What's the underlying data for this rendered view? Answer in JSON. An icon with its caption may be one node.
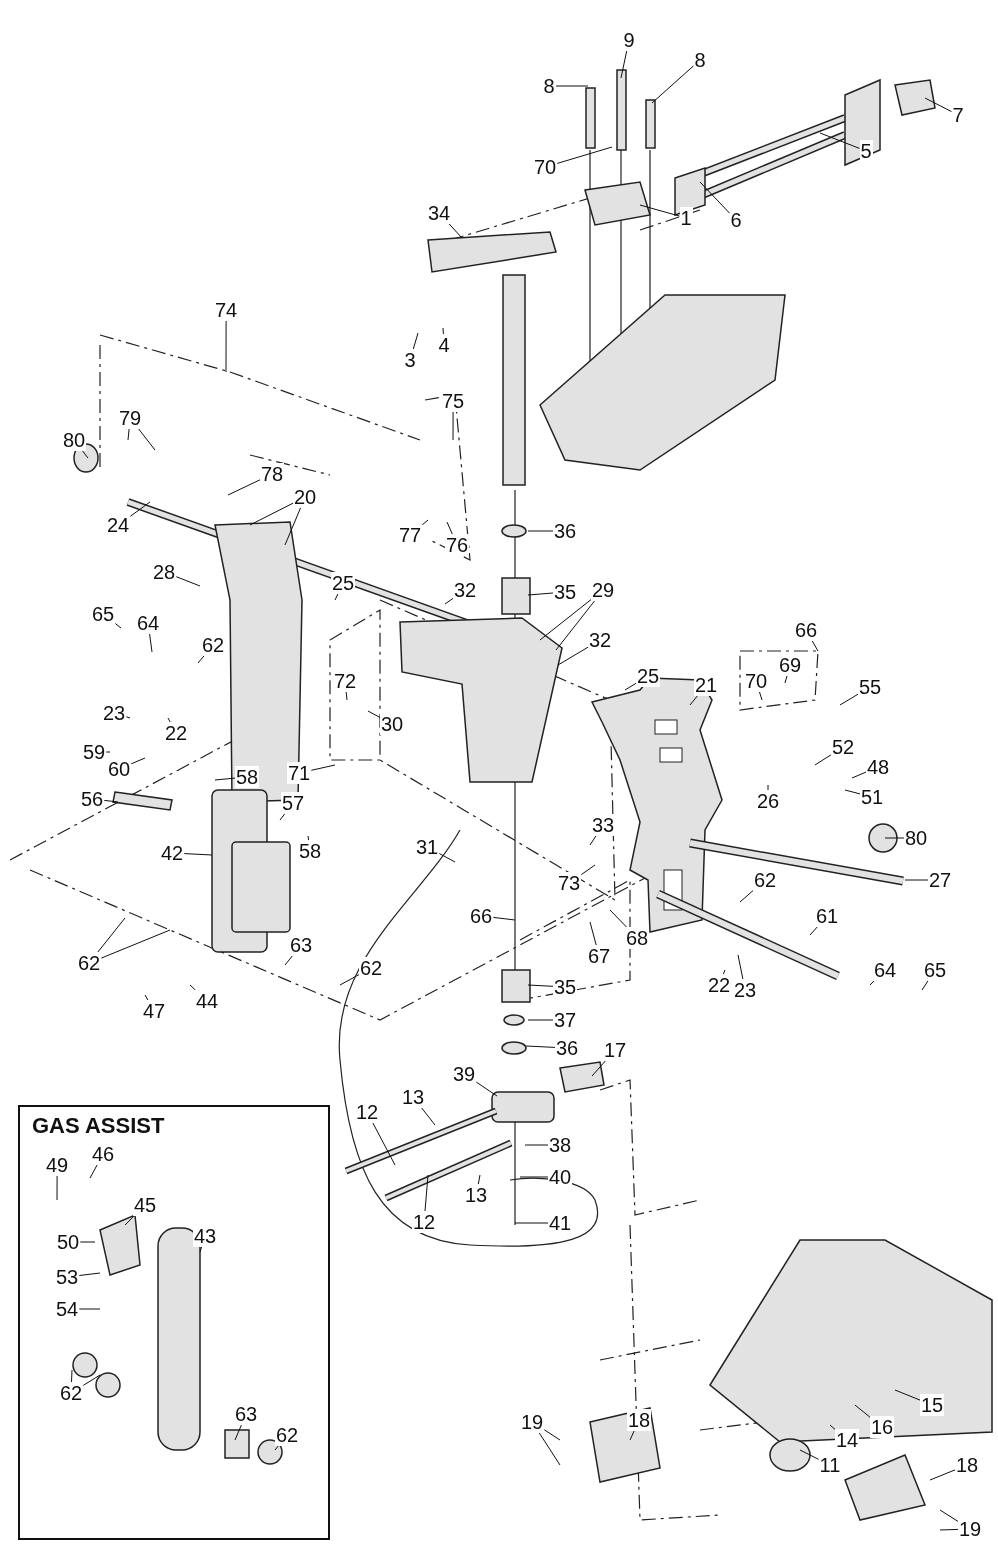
{
  "diagram": {
    "nodes": [
      {
        "text": [
          "GAS ASSIST"
        ]
      },
      {
        "text": [
          "1"
        ]
      },
      {
        "text": [
          "3"
        ]
      },
      {
        "text": [
          "4"
        ]
      },
      {
        "text": [
          "5"
        ]
      },
      {
        "text": [
          "6"
        ]
      },
      {
        "text": [
          "7"
        ]
      },
      {
        "text": [
          "8"
        ]
      },
      {
        "text": [
          "8"
        ]
      },
      {
        "text": [
          "9"
        ]
      },
      {
        "text": [
          "70"
        ]
      },
      {
        "text": [
          "34"
        ]
      },
      {
        "text": [
          "74"
        ]
      },
      {
        "text": [
          "75"
        ]
      },
      {
        "text": [
          "79"
        ]
      },
      {
        "text": [
          "80"
        ]
      },
      {
        "text": [
          "78"
        ]
      },
      {
        "text": [
          "20"
        ]
      },
      {
        "text": [
          "77"
        ]
      },
      {
        "text": [
          "76"
        ]
      },
      {
        "text": [
          "36"
        ]
      },
      {
        "text": [
          "24"
        ]
      },
      {
        "text": [
          "35"
        ]
      },
      {
        "text": [
          "28"
        ]
      },
      {
        "text": [
          "25"
        ]
      },
      {
        "text": [
          "32"
        ]
      },
      {
        "text": [
          "29"
        ]
      },
      {
        "text": [
          "65"
        ]
      },
      {
        "text": [
          "64"
        ]
      },
      {
        "text": [
          "62"
        ]
      },
      {
        "text": [
          "32"
        ]
      },
      {
        "text": [
          "25"
        ]
      },
      {
        "text": [
          "66"
        ]
      },
      {
        "text": [
          "21"
        ]
      },
      {
        "text": [
          "70"
        ]
      },
      {
        "text": [
          "69"
        ]
      },
      {
        "text": [
          "55"
        ]
      },
      {
        "text": [
          "72"
        ]
      },
      {
        "text": [
          "23"
        ]
      },
      {
        "text": [
          "22"
        ]
      },
      {
        "text": [
          "30"
        ]
      },
      {
        "text": [
          "52"
        ]
      },
      {
        "text": [
          "48"
        ]
      },
      {
        "text": [
          "71"
        ]
      },
      {
        "text": [
          "59"
        ]
      },
      {
        "text": [
          "60"
        ]
      },
      {
        "text": [
          "56"
        ]
      },
      {
        "text": [
          "51"
        ]
      },
      {
        "text": [
          "58"
        ]
      },
      {
        "text": [
          "26"
        ]
      },
      {
        "text": [
          "80"
        ]
      },
      {
        "text": [
          "57"
        ]
      },
      {
        "text": [
          "42"
        ]
      },
      {
        "text": [
          "31"
        ]
      },
      {
        "text": [
          "33"
        ]
      },
      {
        "text": [
          "58"
        ]
      },
      {
        "text": [
          "73"
        ]
      },
      {
        "text": [
          "27"
        ]
      },
      {
        "text": [
          "62"
        ]
      },
      {
        "text": [
          "61"
        ]
      },
      {
        "text": [
          "66"
        ]
      },
      {
        "text": [
          "67"
        ]
      },
      {
        "text": [
          "68"
        ]
      },
      {
        "text": [
          "62"
        ]
      },
      {
        "text": [
          "63"
        ]
      },
      {
        "text": [
          "62"
        ]
      },
      {
        "text": [
          "22"
        ]
      },
      {
        "text": [
          "23"
        ]
      },
      {
        "text": [
          "64"
        ]
      },
      {
        "text": [
          "65"
        ]
      },
      {
        "text": [
          "47"
        ]
      },
      {
        "text": [
          "44"
        ]
      },
      {
        "text": [
          "35"
        ]
      },
      {
        "text": [
          "37"
        ]
      },
      {
        "text": [
          "36"
        ]
      },
      {
        "text": [
          "17"
        ]
      },
      {
        "text": [
          "39"
        ]
      },
      {
        "text": [
          "13"
        ]
      },
      {
        "text": [
          "12"
        ]
      },
      {
        "text": [
          "38"
        ]
      },
      {
        "text": [
          "40"
        ]
      },
      {
        "text": [
          "13"
        ]
      },
      {
        "text": [
          "12"
        ]
      },
      {
        "text": [
          "41"
        ]
      },
      {
        "text": [
          "49"
        ],
        "in": 0
      },
      {
        "text": [
          "46"
        ],
        "in": 0
      },
      {
        "text": [
          "45"
        ],
        "in": 0
      },
      {
        "text": [
          "43"
        ],
        "in": 0
      },
      {
        "text": [
          "50"
        ],
        "in": 0
      },
      {
        "text": [
          "53"
        ],
        "in": 0
      },
      {
        "text": [
          "54"
        ],
        "in": 0
      },
      {
        "text": [
          "62"
        ],
        "in": 0
      },
      {
        "text": [
          "63"
        ],
        "in": 0
      },
      {
        "text": [
          "62"
        ],
        "in": 0
      },
      {
        "text": [
          "19"
        ]
      },
      {
        "text": [
          "18"
        ]
      },
      {
        "text": [
          "15"
        ]
      },
      {
        "text": [
          "16"
        ]
      },
      {
        "text": [
          "14"
        ]
      },
      {
        "text": [
          "11"
        ]
      },
      {
        "text": [
          "18"
        ]
      },
      {
        "text": [
          "19"
        ]
      }
    ],
    "edges": [
      {
        "from": 1,
        "to": null,
        "arrow": "none"
      },
      {
        "from": 2,
        "to": null,
        "arrow": "none"
      },
      {
        "from": 3,
        "to": null,
        "arrow": "none"
      },
      {
        "from": 4,
        "to": null,
        "arrow": "none"
      },
      {
        "from": 5,
        "to": null,
        "arrow": "none"
      },
      {
        "from": 6,
        "to": null,
        "arrow": "none"
      },
      {
        "from": 7,
        "to": null,
        "arrow": "none"
      },
      {
        "from": 8,
        "to": null,
        "arrow": "none"
      },
      {
        "from": 9,
        "to": null,
        "arrow": "none"
      },
      {
        "from": 10,
        "to": null,
        "arrow": "none"
      },
      {
        "from": 11,
        "to": null,
        "arrow": "none"
      },
      {
        "from": 12,
        "to": null,
        "arrow": "none"
      },
      {
        "from": 13,
        "to": null,
        "arrow": "none"
      },
      {
        "from": 14,
        "to": null,
        "arrow": "none"
      },
      {
        "from": 14,
        "to": null,
        "arrow": "none"
      },
      {
        "from": 15,
        "to": null,
        "arrow": "none"
      },
      {
        "from": 16,
        "to": null,
        "arrow": "none"
      },
      {
        "from": 17,
        "to": null,
        "arrow": "none"
      },
      {
        "from": 17,
        "to": null,
        "arrow": "none"
      },
      {
        "from": 18,
        "to": null,
        "arrow": "none"
      },
      {
        "from": 19,
        "to": null,
        "arrow": "none"
      },
      {
        "from": 20,
        "to": null,
        "arrow": "none"
      },
      {
        "from": 21,
        "to": null,
        "arrow": "none"
      },
      {
        "from": 22,
        "to": null,
        "arrow": "none"
      },
      {
        "from": 23,
        "to": null,
        "arrow": "none"
      },
      {
        "from": 24,
        "to": null,
        "arrow": "none"
      },
      {
        "from": 25,
        "to": null,
        "arrow": "none"
      },
      {
        "from": 26,
        "to": null,
        "arrow": "none"
      },
      {
        "from": 26,
        "to": null,
        "arrow": "none"
      },
      {
        "from": 27,
        "to": null,
        "arrow": "none"
      },
      {
        "from": 28,
        "to": null,
        "arrow": "none"
      },
      {
        "from": 29,
        "to": null,
        "arrow": "none"
      },
      {
        "from": 30,
        "to": null,
        "arrow": "none"
      },
      {
        "from": 31,
        "to": null,
        "arrow": "none"
      },
      {
        "from": 32,
        "to": null,
        "arrow": "none"
      },
      {
        "from": 33,
        "to": null,
        "arrow": "none"
      },
      {
        "from": 34,
        "to": null,
        "arrow": "none"
      },
      {
        "from": 35,
        "to": null,
        "arrow": "none"
      },
      {
        "from": 36,
        "to": null,
        "arrow": "none"
      },
      {
        "from": 37,
        "to": null,
        "arrow": "none"
      },
      {
        "from": 38,
        "to": null,
        "arrow": "none"
      },
      {
        "from": 39,
        "to": null,
        "arrow": "none"
      },
      {
        "from": 40,
        "to": null,
        "arrow": "none"
      },
      {
        "from": 41,
        "to": null,
        "arrow": "none"
      },
      {
        "from": 42,
        "to": null,
        "arrow": "none"
      },
      {
        "from": 43,
        "to": null,
        "arrow": "none"
      },
      {
        "from": 44,
        "to": null,
        "arrow": "none"
      },
      {
        "from": 45,
        "to": null,
        "arrow": "none"
      },
      {
        "from": 46,
        "to": null,
        "arrow": "none"
      },
      {
        "from": 47,
        "to": null,
        "arrow": "none"
      },
      {
        "from": 48,
        "to": null,
        "arrow": "none"
      },
      {
        "from": 49,
        "to": null,
        "arrow": "none"
      },
      {
        "from": 50,
        "to": null,
        "arrow": "none"
      },
      {
        "from": 51,
        "to": null,
        "arrow": "none"
      },
      {
        "from": 52,
        "to": null,
        "arrow": "none"
      },
      {
        "from": 53,
        "to": null,
        "arrow": "none"
      },
      {
        "from": 54,
        "to": null,
        "arrow": "none"
      },
      {
        "from": 55,
        "to": null,
        "arrow": "none"
      },
      {
        "from": 56,
        "to": null,
        "arrow": "none"
      },
      {
        "from": 57,
        "to": null,
        "arrow": "none"
      },
      {
        "from": 58,
        "to": null,
        "arrow": "none"
      },
      {
        "from": 59,
        "to": null,
        "arrow": "none"
      },
      {
        "from": 60,
        "to": null,
        "arrow": "none"
      },
      {
        "from": 61,
        "to": null,
        "arrow": "none"
      },
      {
        "from": 62,
        "to": null,
        "arrow": "none"
      },
      {
        "from": 63,
        "to": null,
        "arrow": "none"
      },
      {
        "from": 63,
        "to": null,
        "arrow": "none"
      },
      {
        "from": 64,
        "to": null,
        "arrow": "none"
      },
      {
        "from": 65,
        "to": null,
        "arrow": "none"
      },
      {
        "from": 66,
        "to": null,
        "arrow": "none"
      },
      {
        "from": 67,
        "to": null,
        "arrow": "none"
      },
      {
        "from": 68,
        "to": null,
        "arrow": "none"
      },
      {
        "from": 69,
        "to": null,
        "arrow": "none"
      },
      {
        "from": 70,
        "to": null,
        "arrow": "none"
      },
      {
        "from": 71,
        "to": null,
        "arrow": "none"
      },
      {
        "from": 72,
        "to": null,
        "arrow": "none"
      },
      {
        "from": 73,
        "to": null,
        "arrow": "none"
      },
      {
        "from": 74,
        "to": null,
        "arrow": "none"
      },
      {
        "from": 75,
        "to": null,
        "arrow": "none"
      },
      {
        "from": 76,
        "to": null,
        "arrow": "none"
      },
      {
        "from": 77,
        "to": null,
        "arrow": "none"
      },
      {
        "from": 78,
        "to": null,
        "arrow": "none"
      },
      {
        "from": 79,
        "to": null,
        "arrow": "none"
      },
      {
        "from": 80,
        "to": null,
        "arrow": "none"
      },
      {
        "from": 81,
        "to": null,
        "arrow": "none"
      },
      {
        "from": 82,
        "to": null,
        "arrow": "none"
      },
      {
        "from": 83,
        "to": null,
        "arrow": "none"
      },
      {
        "from": 84,
        "to": null,
        "arrow": "none"
      },
      {
        "from": 85,
        "to": null,
        "arrow": "none"
      },
      {
        "from": 86,
        "to": null,
        "arrow": "none"
      },
      {
        "from": 87,
        "to": null,
        "arrow": "none"
      },
      {
        "from": 88,
        "to": null,
        "arrow": "none"
      },
      {
        "from": 89,
        "to": null,
        "arrow": "none"
      },
      {
        "from": 90,
        "to": null,
        "arrow": "none"
      },
      {
        "from": 91,
        "to": null,
        "arrow": "none"
      },
      {
        "from": 91,
        "to": null,
        "arrow": "none"
      },
      {
        "from": 92,
        "to": null,
        "arrow": "none"
      },
      {
        "from": 93,
        "to": null,
        "arrow": "none"
      },
      {
        "from": 94,
        "to": null,
        "arrow": "none"
      },
      {
        "from": 94,
        "to": null,
        "arrow": "none"
      },
      {
        "from": 95,
        "to": null,
        "arrow": "none"
      },
      {
        "from": 96,
        "to": null,
        "arrow": "none"
      },
      {
        "from": 97,
        "to": null,
        "arrow": "none"
      },
      {
        "from": 98,
        "to": null,
        "arrow": "none"
      },
      {
        "from": 99,
        "to": null,
        "arrow": "none"
      },
      {
        "from": 100,
        "to": null,
        "arrow": "none"
      },
      {
        "from": 101,
        "to": null,
        "arrow": "none"
      },
      {
        "from": 101,
        "to": null,
        "arrow": "none"
      }
    ]
  }
}
